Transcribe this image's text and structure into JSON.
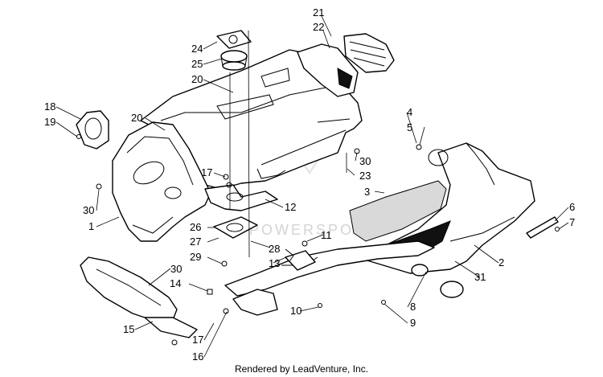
{
  "diagram": {
    "callouts": [
      "1",
      "2",
      "3",
      "4",
      "5",
      "6",
      "7",
      "8",
      "9",
      "10",
      "11",
      "12",
      "13",
      "14",
      "15",
      "16",
      "17",
      "17",
      "18",
      "19",
      "20",
      "20",
      "21",
      "22",
      "23",
      "24",
      "25",
      "26",
      "27",
      "28",
      "29",
      "30",
      "30",
      "30",
      "31"
    ],
    "watermark": "POWERSPORTS",
    "credit": "Rendered by LeadVenture, Inc."
  }
}
